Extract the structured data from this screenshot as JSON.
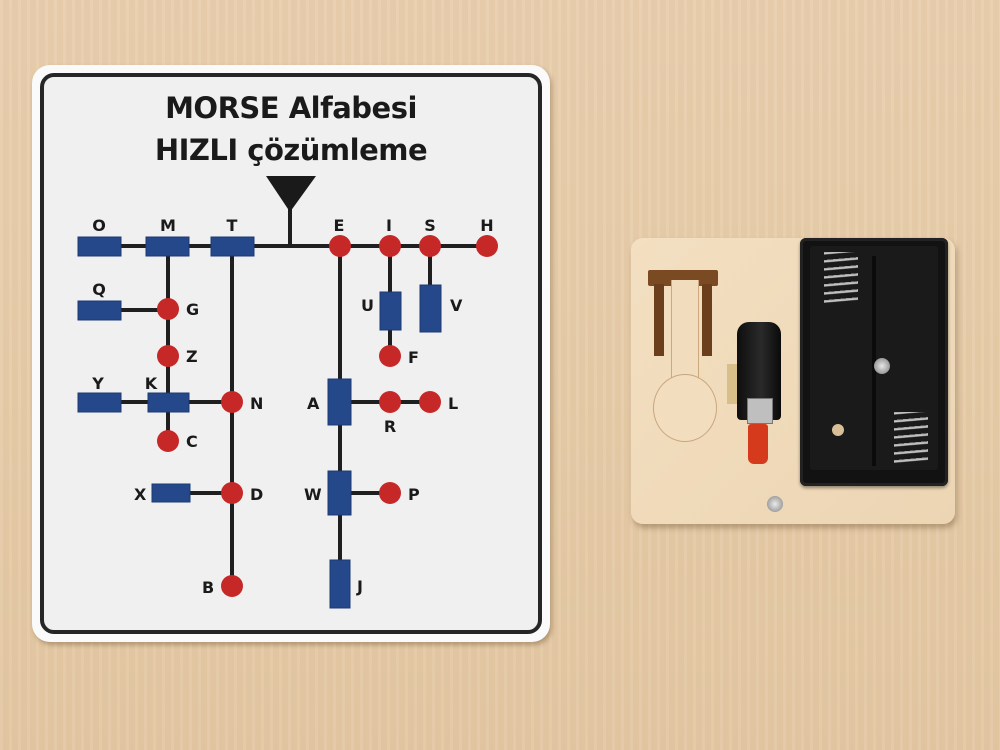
{
  "card": {
    "title_line1": "MORSE Alfabesi",
    "title_line2": "HIZLI çözümleme"
  },
  "legend": {
    "dot_shape": "red-circle",
    "dash_shape": "blue-rectangle",
    "dot_color": "#c62828",
    "dash_color": "#24488a",
    "line_color": "#1f1f1f"
  },
  "tree": {
    "root": "antenna",
    "dash_branch": {
      "T": {
        "code": "-",
        "children": [
          "M",
          "N"
        ]
      },
      "M": {
        "code": "--",
        "children": [
          "O",
          "G"
        ]
      },
      "O": {
        "code": "---"
      },
      "G": {
        "code": "--.",
        "children": [
          "Q",
          "Z"
        ]
      },
      "Q": {
        "code": "--.-"
      },
      "Z": {
        "code": "--.."
      },
      "N": {
        "code": "-.",
        "children": [
          "K",
          "D"
        ]
      },
      "K": {
        "code": "-.-",
        "children": [
          "Y",
          "C"
        ]
      },
      "Y": {
        "code": "-.--"
      },
      "C": {
        "code": "-.-."
      },
      "D": {
        "code": "-..",
        "children": [
          "X",
          "B"
        ]
      },
      "X": {
        "code": "-..-"
      },
      "B": {
        "code": "-..."
      }
    },
    "dot_branch": {
      "E": {
        "code": ".",
        "children": [
          "I",
          "A"
        ]
      },
      "I": {
        "code": "..",
        "children": [
          "S",
          "U"
        ]
      },
      "S": {
        "code": "...",
        "children": [
          "H",
          "V"
        ]
      },
      "H": {
        "code": "...."
      },
      "V": {
        "code": "...-"
      },
      "U": {
        "code": "..-",
        "children": [
          "F"
        ]
      },
      "F": {
        "code": "..-."
      },
      "A": {
        "code": ".-",
        "children": [
          "R",
          "W"
        ]
      },
      "R": {
        "code": ".-.",
        "children": [
          "L"
        ]
      },
      "L": {
        "code": ".-.."
      },
      "W": {
        "code": ".--",
        "children": [
          "P",
          "J"
        ]
      },
      "P": {
        "code": ".--."
      },
      "J": {
        "code": ".---"
      }
    }
  },
  "labels": {
    "O": "O",
    "M": "M",
    "T": "T",
    "E": "E",
    "I": "I",
    "S": "S",
    "H": "H",
    "Q": "Q",
    "G": "G",
    "Z": "Z",
    "Y": "Y",
    "K": "K",
    "N": "N",
    "C": "C",
    "X": "X",
    "D": "D",
    "B": "B",
    "U": "U",
    "V": "V",
    "F": "F",
    "A": "A",
    "R": "R",
    "L": "L",
    "W": "W",
    "P": "P",
    "J": "J"
  },
  "device": {
    "components": [
      "telegraph-key",
      "buzzer",
      "battery-holder-2xAA",
      "mounting-screw"
    ]
  }
}
